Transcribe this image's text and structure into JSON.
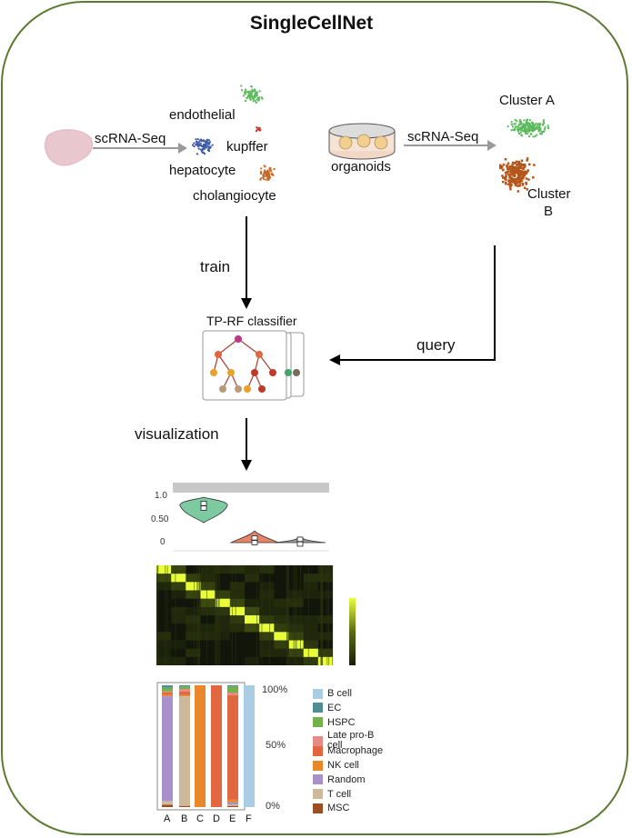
{
  "title": "SingleCellNet",
  "left_panel": {
    "seq_label": "scRNA-Seq",
    "cell_types": [
      "endothelial",
      "kupffer",
      "hepatocyte",
      "cholangiocyte"
    ]
  },
  "right_panel": {
    "organoid_label": "organoids",
    "seq_label": "scRNA-Seq",
    "cluster_a": "Cluster  A",
    "cluster_b_line1": "Cluster",
    "cluster_b_line2": "B"
  },
  "flow": {
    "train": "train",
    "classifier": "TP-RF classifier",
    "query": "query",
    "visualization": "visualization"
  },
  "colors": {
    "frame": "#5d7a32",
    "endothelial": "#5cb85c",
    "kupffer": "#c0392b",
    "hepatocyte": "#3b5aa6",
    "cholangiocyte": "#c8682a",
    "cluster_a": "#5cb85c",
    "cluster_b": "#b5561b",
    "liver": "#e9c7cf",
    "heatmap_high": "#e9ff3a"
  },
  "chart_data": [
    {
      "type": "violin",
      "y_ticks": [
        "1.0",
        "0.50",
        "0"
      ],
      "ylim": [
        0,
        1.0
      ],
      "series": [
        {
          "color": "#7dc9a0",
          "median": 0.78
        },
        {
          "color": "#e58466",
          "median": 0.05
        },
        {
          "color": "#9a9a9a",
          "median": 0.02
        }
      ]
    },
    {
      "type": "heatmap",
      "rows": 12,
      "cols": 12,
      "pattern": "diagonal high values",
      "colorbar": [
        "#1a1f0a",
        "#e9ff3a"
      ]
    },
    {
      "type": "bar",
      "stacked": true,
      "categories": [
        "A",
        "B",
        "C",
        "D",
        "E",
        "F"
      ],
      "y_ticks": [
        "100%",
        "50%",
        "0%"
      ],
      "ylim": [
        0,
        100
      ],
      "legend": [
        {
          "name": "B  cell",
          "color": "#a9cde3"
        },
        {
          "name": "EC",
          "color": "#4f8d92"
        },
        {
          "name": "HSPC",
          "color": "#74b04b"
        },
        {
          "name": "Late pro-B cell",
          "color": "#e58a84"
        },
        {
          "name": "Macrophage",
          "color": "#e0673f"
        },
        {
          "name": "NK cell",
          "color": "#e8882a"
        },
        {
          "name": "Random",
          "color": "#a891c8"
        },
        {
          "name": "T  cell",
          "color": "#cbb99a"
        },
        {
          "name": "MSC",
          "color": "#9c4f23"
        }
      ],
      "series": [
        {
          "name": "B  cell",
          "values": [
            0,
            0,
            0,
            0,
            0,
            100
          ]
        },
        {
          "name": "EC",
          "values": [
            2,
            1,
            0,
            0,
            1,
            0
          ]
        },
        {
          "name": "HSPC",
          "values": [
            3,
            2,
            0,
            0,
            5,
            0
          ]
        },
        {
          "name": "Late pro-B cell",
          "values": [
            1,
            2,
            0,
            0,
            2,
            0
          ]
        },
        {
          "name": "Macrophage",
          "values": [
            2,
            3,
            0,
            100,
            86,
            0
          ]
        },
        {
          "name": "NK cell",
          "values": [
            1,
            1,
            100,
            0,
            2,
            0
          ]
        },
        {
          "name": "Random",
          "values": [
            86,
            0,
            0,
            0,
            2,
            0
          ]
        },
        {
          "name": "T  cell",
          "values": [
            3,
            90,
            0,
            0,
            1,
            0
          ]
        },
        {
          "name": "MSC",
          "values": [
            2,
            1,
            0,
            0,
            1,
            0
          ]
        }
      ]
    }
  ]
}
